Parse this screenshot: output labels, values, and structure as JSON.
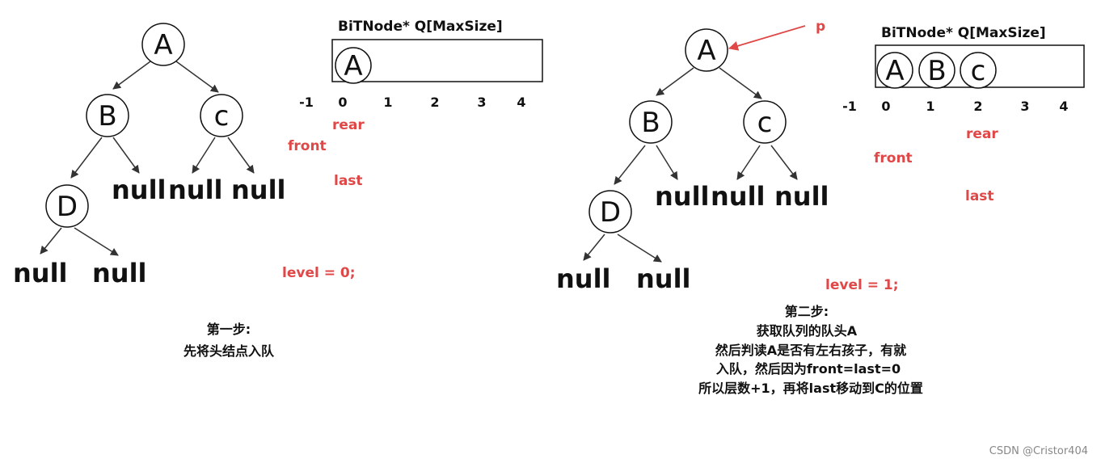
{
  "colors": {
    "pointer": "#e04848",
    "ink": "#111111",
    "watermark": "#888888"
  },
  "null_label": "null",
  "panels": [
    {
      "nodes": {
        "A": "A",
        "B": "B",
        "C": "c",
        "D": "D"
      },
      "queue": {
        "title": "BiTNode* Q[MaxSize]",
        "items": [
          "A"
        ]
      },
      "indices": [
        "-1",
        "0",
        "1",
        "2",
        "3",
        "4"
      ],
      "pointers": {
        "rear": "rear",
        "front": "front",
        "last": "last",
        "p": ""
      },
      "level": "level = 0;",
      "description": [
        "第一步:",
        "先将头结点入队"
      ]
    },
    {
      "nodes": {
        "A": "A",
        "B": "B",
        "C": "c",
        "D": "D"
      },
      "queue": {
        "title": "BiTNode* Q[MaxSize]",
        "items": [
          "A",
          "B",
          "c"
        ]
      },
      "indices": [
        "-1",
        "0",
        "1",
        "2",
        "3",
        "4"
      ],
      "pointers": {
        "rear": "rear",
        "front": "front",
        "last": "last",
        "p": "p"
      },
      "level": "level = 1;",
      "description": [
        "第二步:",
        "获取队列的队头A",
        "然后判读A是否有左右孩子，有就",
        "入队，然后因为front=last=0",
        "所以层数+1，再将last移动到C的位置"
      ]
    }
  ],
  "watermark": "CSDN @Cristor404"
}
